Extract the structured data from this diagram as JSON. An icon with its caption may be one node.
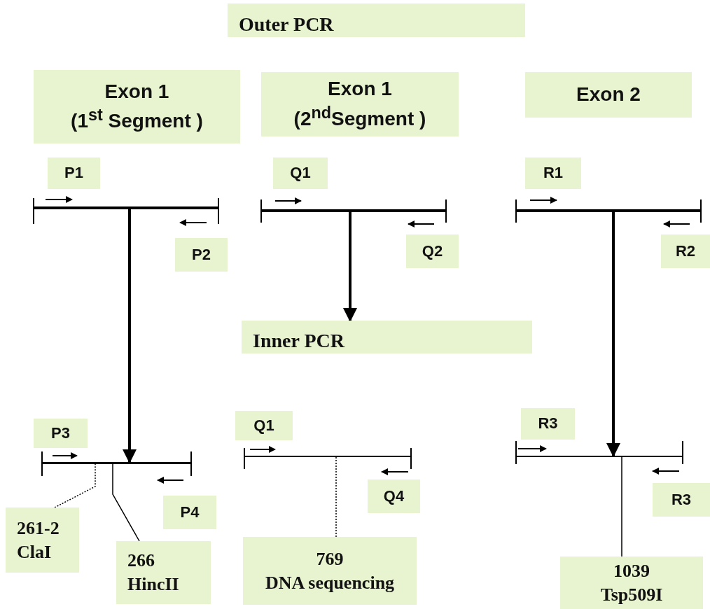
{
  "diagram": {
    "nodes": [
      {
        "text": [
          "Outer PCR"
        ]
      },
      {
        "text": [
          "Exon 1",
          "(1$^{st}$ Segment )"
        ]
      },
      {
        "text": [
          "Exon 1",
          "(2$^{nd}$Segment )"
        ]
      },
      {
        "text": [
          "Exon 2"
        ]
      },
      {
        "text": [
          "P1"
        ]
      },
      {
        "text": [
          "Q1"
        ]
      },
      {
        "text": [
          "R1"
        ]
      },
      {
        "text": [],
        "shape": "bar"
      },
      {
        "text": [],
        "shape": "bar"
      },
      {
        "text": [],
        "shape": "bar"
      },
      {
        "text": [
          "P2"
        ]
      },
      {
        "text": [
          "Q2"
        ]
      },
      {
        "text": [
          "R2"
        ]
      },
      {
        "text": [
          "Inner PCR"
        ]
      },
      {
        "text": [
          "P3"
        ]
      },
      {
        "text": [
          "Q1"
        ]
      },
      {
        "text": [
          "R3"
        ]
      },
      {
        "text": [],
        "shape": "bar"
      },
      {
        "text": [],
        "shape": "bar"
      },
      {
        "text": [],
        "shape": "bar"
      },
      {
        "text": [
          "R3"
        ]
      },
      {
        "text": [
          "P4"
        ]
      },
      {
        "text": [
          "Q4"
        ]
      },
      {
        "text": [
          "261-2",
          "ClaI"
        ]
      },
      {
        "text": [
          "769",
          "DNA sequencing"
        ]
      },
      {
        "text": [
          "266",
          "HincII"
        ]
      },
      {
        "text": [
          "1039",
          "Tsp509I"
        ]
      }
    ],
    "edges": [
      {
        "from": 7,
        "to": 17,
        "arrow": "to",
        "style": "thick"
      },
      {
        "from": 8,
        "to": 13,
        "arrow": "to",
        "style": "thick"
      },
      {
        "from": 9,
        "to": 19,
        "arrow": "to",
        "style": "thick"
      },
      {
        "from": 23,
        "to": 17,
        "arrow": "none",
        "style": "dashed"
      },
      {
        "from": 25,
        "to": 17,
        "arrow": "none"
      },
      {
        "from": 24,
        "to": 18,
        "arrow": "none",
        "style": "dashed"
      },
      {
        "from": 26,
        "to": 19,
        "arrow": "none"
      }
    ]
  }
}
